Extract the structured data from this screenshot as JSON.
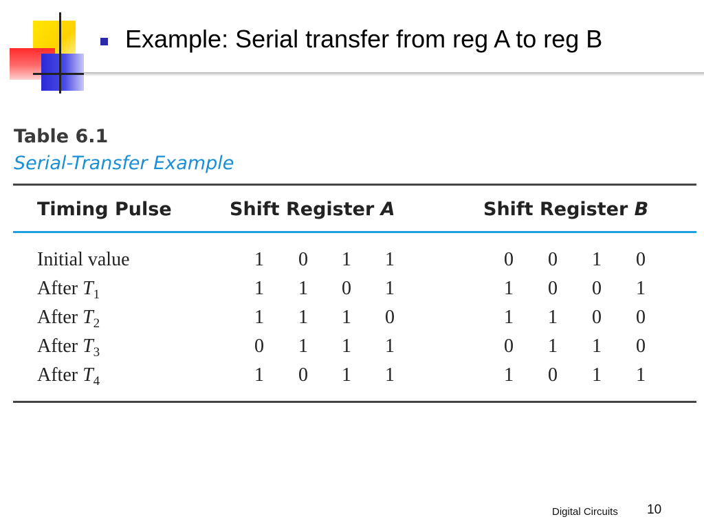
{
  "slide": {
    "title": "Example:  Serial transfer from reg A to reg B"
  },
  "table": {
    "label": "Table 6.1",
    "caption": "Serial-Transfer Example",
    "headers": {
      "timing": "Timing Pulse",
      "reg_a_prefix": "Shift Register ",
      "reg_a_letter": "A",
      "reg_b_prefix": "Shift Register ",
      "reg_b_letter": "B"
    },
    "rows": [
      {
        "prefix": "Initial value",
        "t": "",
        "sub": "",
        "a": [
          "1",
          "0",
          "1",
          "1"
        ],
        "b": [
          "0",
          "0",
          "1",
          "0"
        ]
      },
      {
        "prefix": "After ",
        "t": "T",
        "sub": "1",
        "a": [
          "1",
          "1",
          "0",
          "1"
        ],
        "b": [
          "1",
          "0",
          "0",
          "1"
        ]
      },
      {
        "prefix": "After ",
        "t": "T",
        "sub": "2",
        "a": [
          "1",
          "1",
          "1",
          "0"
        ],
        "b": [
          "1",
          "1",
          "0",
          "0"
        ]
      },
      {
        "prefix": "After ",
        "t": "T",
        "sub": "3",
        "a": [
          "0",
          "1",
          "1",
          "1"
        ],
        "b": [
          "0",
          "1",
          "1",
          "0"
        ]
      },
      {
        "prefix": "After ",
        "t": "T",
        "sub": "4",
        "a": [
          "1",
          "0",
          "1",
          "1"
        ],
        "b": [
          "1",
          "0",
          "1",
          "1"
        ]
      }
    ]
  },
  "footer": {
    "course": "Digital Circuits",
    "page_number": "10"
  },
  "colors": {
    "caption_blue": "#1a8fd6",
    "mid_rule_blue": "#1ea0e0",
    "bullet_blue": "#2a2aa8"
  }
}
